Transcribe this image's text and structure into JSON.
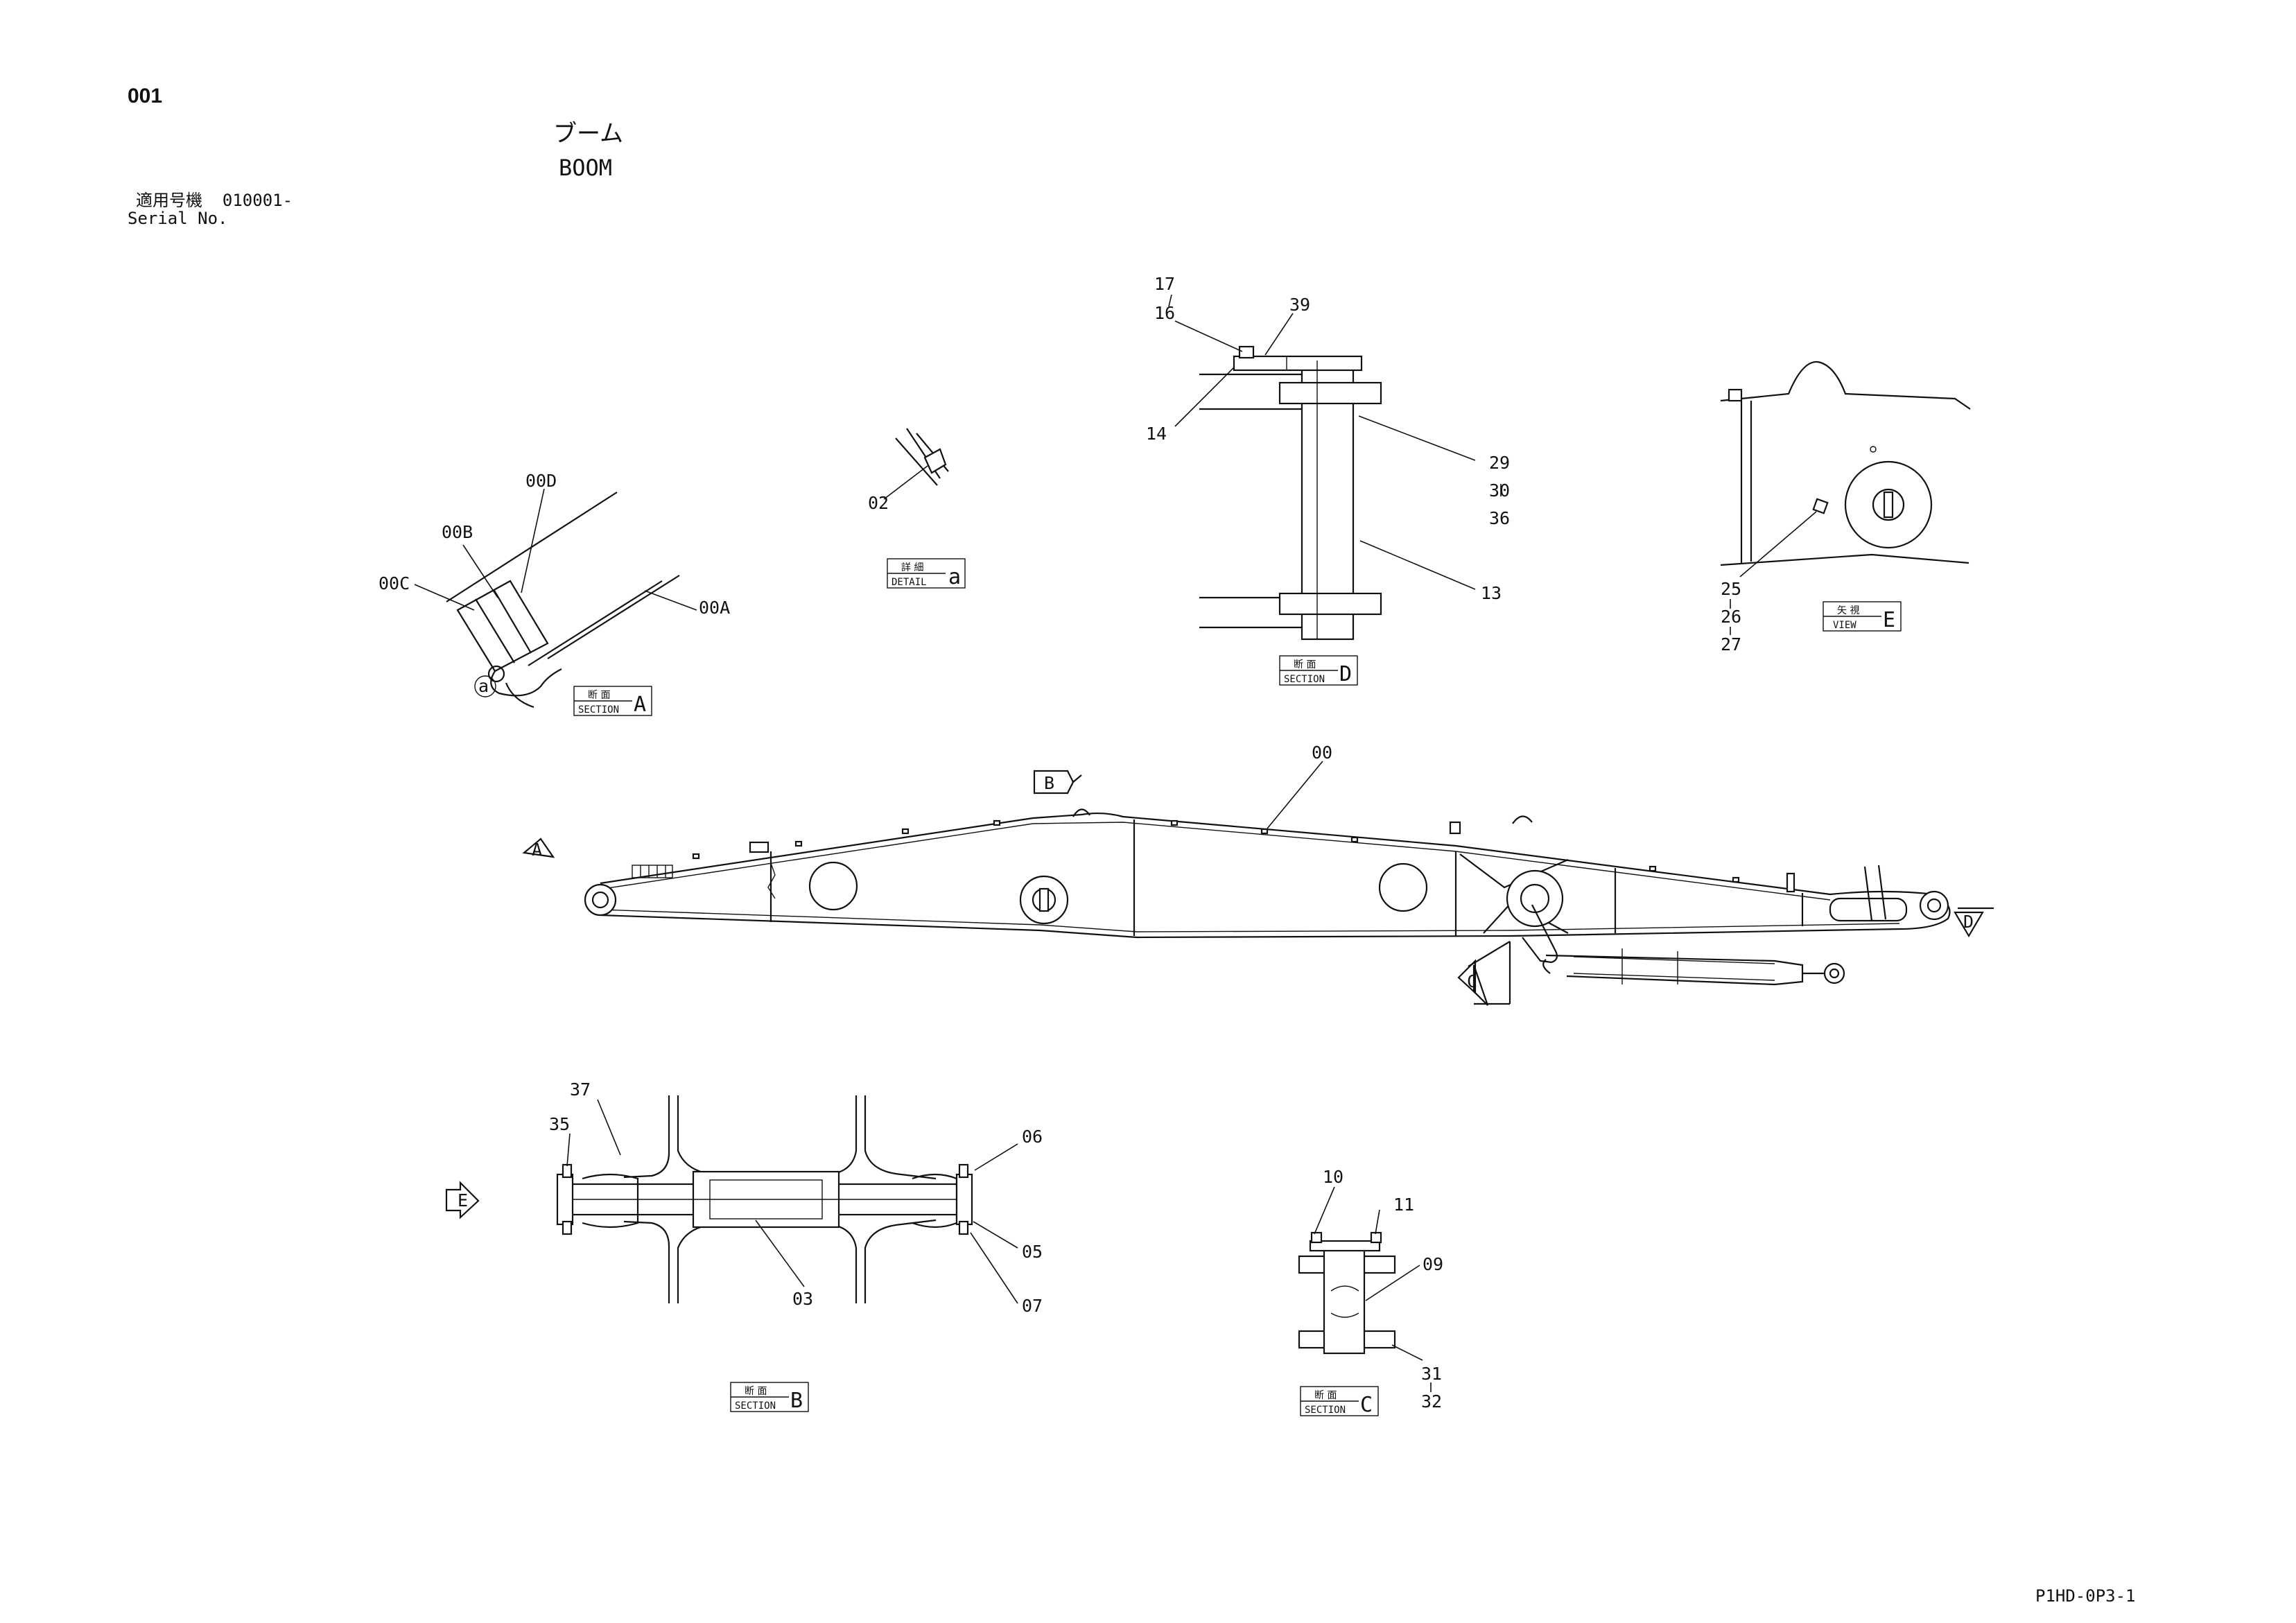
{
  "header": {
    "page_number": "001",
    "title_jp": "ブーム",
    "title_en": "BOOM",
    "serial_jp": "適用号機",
    "serial_value": "010001-",
    "serial_en": "Serial No."
  },
  "footer": {
    "drawing_code": "P1HD-0P3-1"
  },
  "views": {
    "section_a": {
      "jp": "断 面",
      "en": "SECTION",
      "letter": "A"
    },
    "detail_a": {
      "jp": "詳 細",
      "en": "DETAIL",
      "letter": "a"
    },
    "section_d": {
      "jp": "断 面",
      "en": "SECTION",
      "letter": "D"
    },
    "view_e": {
      "jp": "矢 視",
      "en": "VIEW",
      "letter": "E"
    },
    "section_b": {
      "jp": "断 面",
      "en": "SECTION",
      "letter": "B"
    },
    "section_c": {
      "jp": "断 面",
      "en": "SECTION",
      "letter": "C"
    }
  },
  "detail_marker": "a",
  "arrows": {
    "a": "A",
    "b": "B",
    "c": "C",
    "d": "D",
    "e": "E"
  },
  "callouts": {
    "c00": "00",
    "c00a": "00A",
    "c00b": "00B",
    "c00c": "00C",
    "c00d": "00D",
    "c02": "02",
    "c03": "03",
    "c05": "05",
    "c06": "06",
    "c07": "07",
    "c09": "09",
    "c10": "10",
    "c11": "11",
    "c13": "13",
    "c14": "14",
    "c16": "16",
    "c17": "17",
    "c25": "25",
    "c26": "26",
    "c27": "27",
    "c29": "29",
    "c30": "30",
    "c31": "31",
    "c32": "32",
    "c35": "35",
    "c36": "36",
    "c37": "37",
    "c39": "39"
  }
}
